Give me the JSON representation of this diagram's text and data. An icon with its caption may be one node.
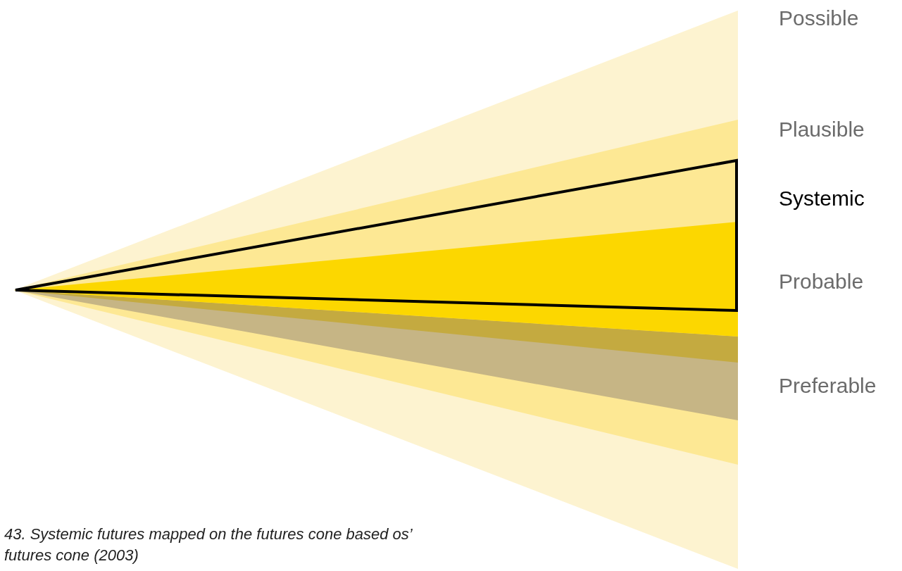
{
  "diagram": {
    "caption": "43. Systemic futures mapped on the futures cone based os’ futures cone (2003)",
    "labels": [
      "Possible",
      "Plausible",
      "Systemic",
      "Probable",
      "Preferable"
    ]
  }
}
